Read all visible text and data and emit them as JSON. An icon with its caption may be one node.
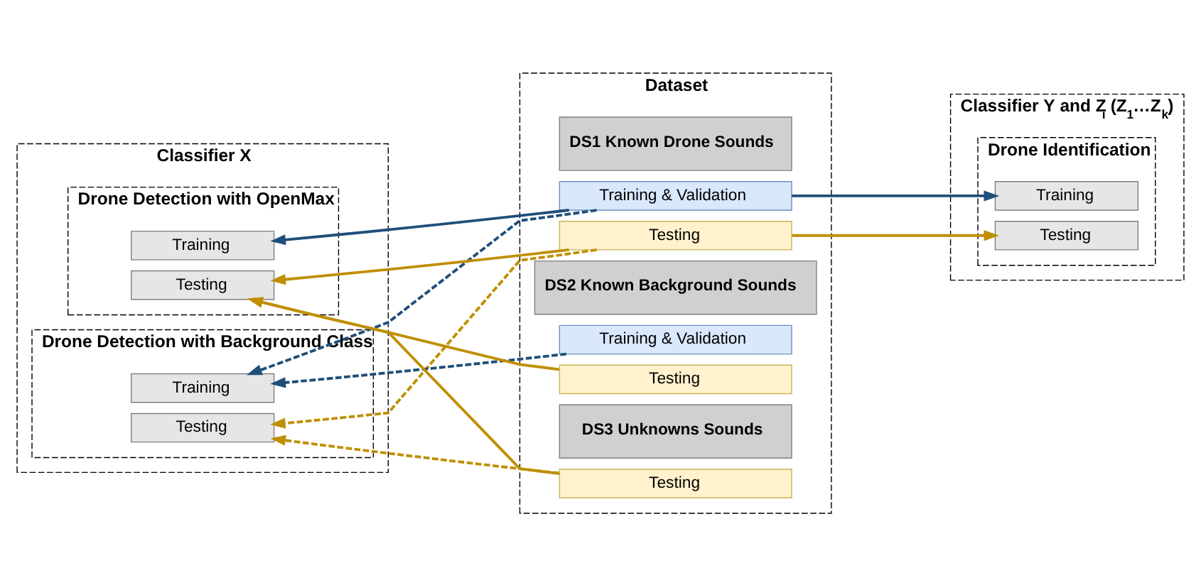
{
  "diagram": {
    "nodes": [
      {
        "text": [
          "Classifier X"
        ]
      },
      {
        "text": [
          "Drone Detection with OpenMax"
        ],
        "in": 0
      },
      {
        "text": [
          "Training"
        ],
        "in": 1
      },
      {
        "text": [
          "Testing"
        ],
        "in": 1
      },
      {
        "text": [
          "Drone Detection with Background Class"
        ],
        "in": 0
      },
      {
        "text": [
          "Training"
        ],
        "in": 4
      },
      {
        "text": [
          "Testing"
        ],
        "in": 4
      },
      {
        "text": [
          "Dataset"
        ]
      },
      {
        "text": [
          "DS1 Known Drone Sounds"
        ],
        "in": 7
      },
      {
        "text": [
          "Training & Validation"
        ],
        "in": 7
      },
      {
        "text": [
          "Testing"
        ],
        "in": 7
      },
      {
        "text": [
          "DS2 Known Background Sounds"
        ],
        "in": 7
      },
      {
        "text": [
          "Training & Validation"
        ],
        "in": 7
      },
      {
        "text": [
          "Testing"
        ],
        "in": 7
      },
      {
        "text": [
          "DS3 Unknowns Sounds"
        ],
        "in": 7
      },
      {
        "text": [
          "Testing"
        ],
        "in": 7
      },
      {
        "text": [
          "Classifier Y and Z$_{i}$ (Z$_{1}$…Z$_{k}$)"
        ]
      },
      {
        "text": [
          "Drone Identification"
        ],
        "in": 16
      },
      {
        "text": [
          "Training"
        ],
        "in": 17
      },
      {
        "text": [
          "Testing"
        ],
        "in": 17
      }
    ],
    "edges": [
      {
        "from": 9,
        "to": 2,
        "arrow": "to",
        "color": "#1f4e79"
      },
      {
        "from": 9,
        "to": 18,
        "arrow": "to",
        "color": "#1f4e79"
      },
      {
        "from": 10,
        "to": 3,
        "arrow": "to"
      },
      {
        "from": 13,
        "to": 3,
        "arrow": "to"
      },
      {
        "from": 15,
        "to": 3,
        "arrow": "to"
      },
      {
        "from": 10,
        "to": 19,
        "arrow": "to"
      },
      {
        "from": 9,
        "to": 5,
        "arrow": "to",
        "style": "dashed",
        "color": "#1f4e79"
      },
      {
        "from": 12,
        "to": 5,
        "arrow": "to",
        "style": "dashed",
        "color": "#1f4e79"
      },
      {
        "from": 10,
        "to": 6,
        "arrow": "to",
        "style": "dashed"
      },
      {
        "from": 15,
        "to": 6,
        "arrow": "to",
        "style": "dashed"
      }
    ]
  }
}
